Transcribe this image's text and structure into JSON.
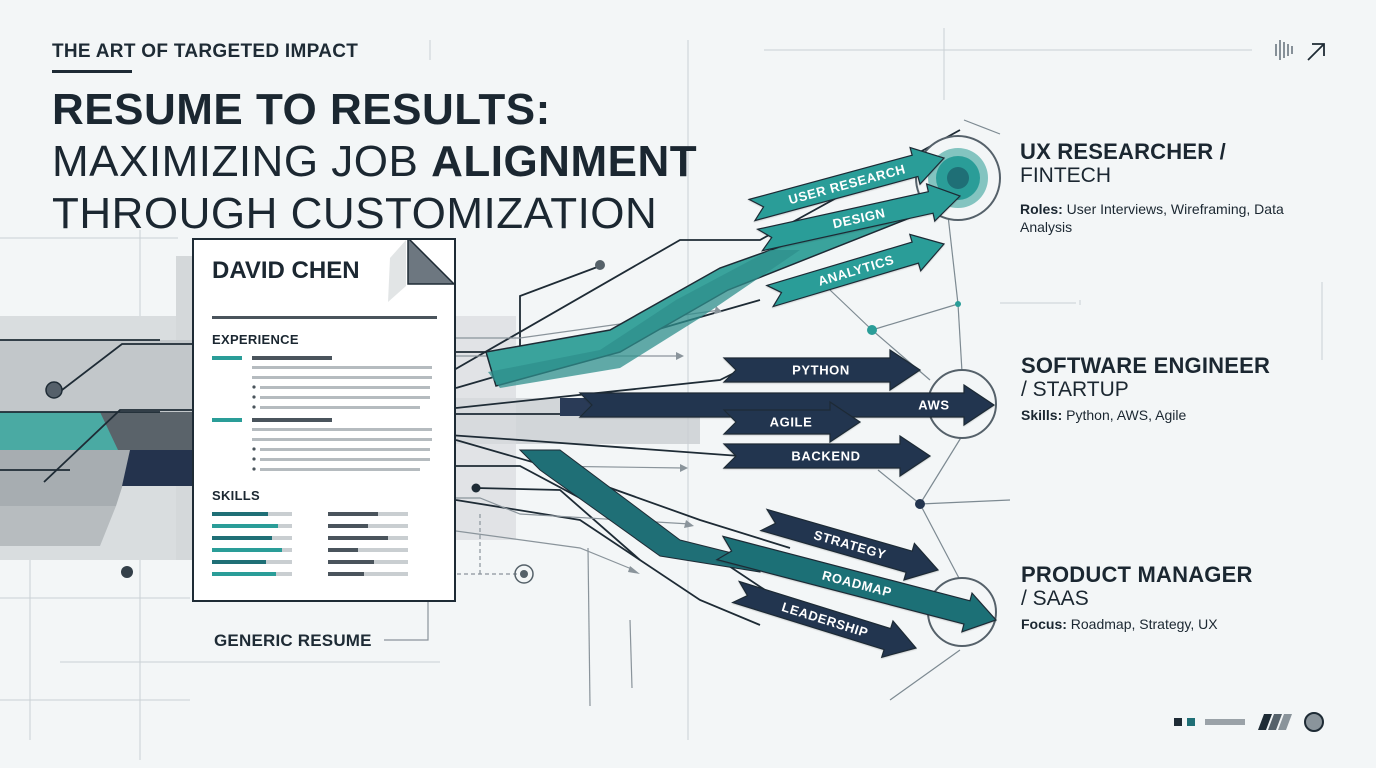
{
  "header": {
    "eyebrow": "THE ART OF TARGETED IMPACT",
    "title_line1": "RESUME TO RESULTS:",
    "title_line2_light": "MAXIMIZING JOB ",
    "title_line2_bold": "ALIGNMENT",
    "title_line3": "THROUGH CUSTOMIZATION"
  },
  "resume": {
    "name": "DAVID CHEN",
    "experience_label": "EXPERIENCE",
    "skills_label": "SKILLS",
    "caption": "GENERIC RESUME"
  },
  "arrows": {
    "ux": [
      "USER RESEARCH",
      "DESIGN",
      "ANALYTICS"
    ],
    "swe": [
      "PYTHON",
      "AWS",
      "AGILE",
      "BACKEND"
    ],
    "pm": [
      "STRATEGY",
      "ROADMAP",
      "LEADERSHIP"
    ]
  },
  "targets": {
    "ux": {
      "title": "UX RESEARCHER /",
      "subtitle": "FINTECH",
      "detail_label": "Roles:",
      "detail_text": " User Interviews, Wireframing, Data Analysis"
    },
    "swe": {
      "title": "SOFTWARE ENGINEER",
      "subtitle": "/ STARTUP",
      "detail_label": "Skills:",
      "detail_text": " Python, AWS, Agile"
    },
    "pm": {
      "title": "PRODUCT MANAGER",
      "subtitle": "/ SAAS",
      "detail_label": "Focus:",
      "detail_text": " Roadmap, Strategy, UX"
    }
  },
  "colors": {
    "teal": "#2a9d98",
    "deep_teal": "#1f6f76",
    "navy": "#23344f",
    "dark": "#1e2b35",
    "gray": "#b9bfc3"
  }
}
